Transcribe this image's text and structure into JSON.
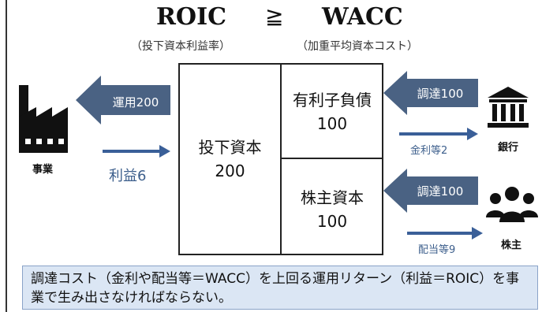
{
  "title": {
    "left": "ROIC",
    "op": "≧",
    "right": "WACC",
    "left_sub": "（投下資本利益率）",
    "right_sub": "（加重平均資本コスト）"
  },
  "balance": {
    "asset_label": "投下資本",
    "asset_value": "200",
    "debt_label": "有利子負債",
    "debt_value": "100",
    "equity_label": "株主資本",
    "equity_value": "100"
  },
  "business": {
    "label": "事業",
    "invest_arrow": "運用200",
    "profit_arrow": "利益6"
  },
  "bank": {
    "label": "銀行",
    "raise_arrow": "調達100",
    "return_arrow": "金利等2"
  },
  "shareholder": {
    "label": "株主",
    "raise_arrow": "調達100",
    "return_arrow": "配当等9"
  },
  "note": {
    "text": "調達コスト（金利や配当等＝WACC）を上回る運用リターン（利益＝ROIC）を事業で生み出さなければならない。"
  },
  "colors": {
    "block_arrow": "#4a6283",
    "thin_arrow": "#3a5f98",
    "note_bg": "#dbe6f4"
  }
}
